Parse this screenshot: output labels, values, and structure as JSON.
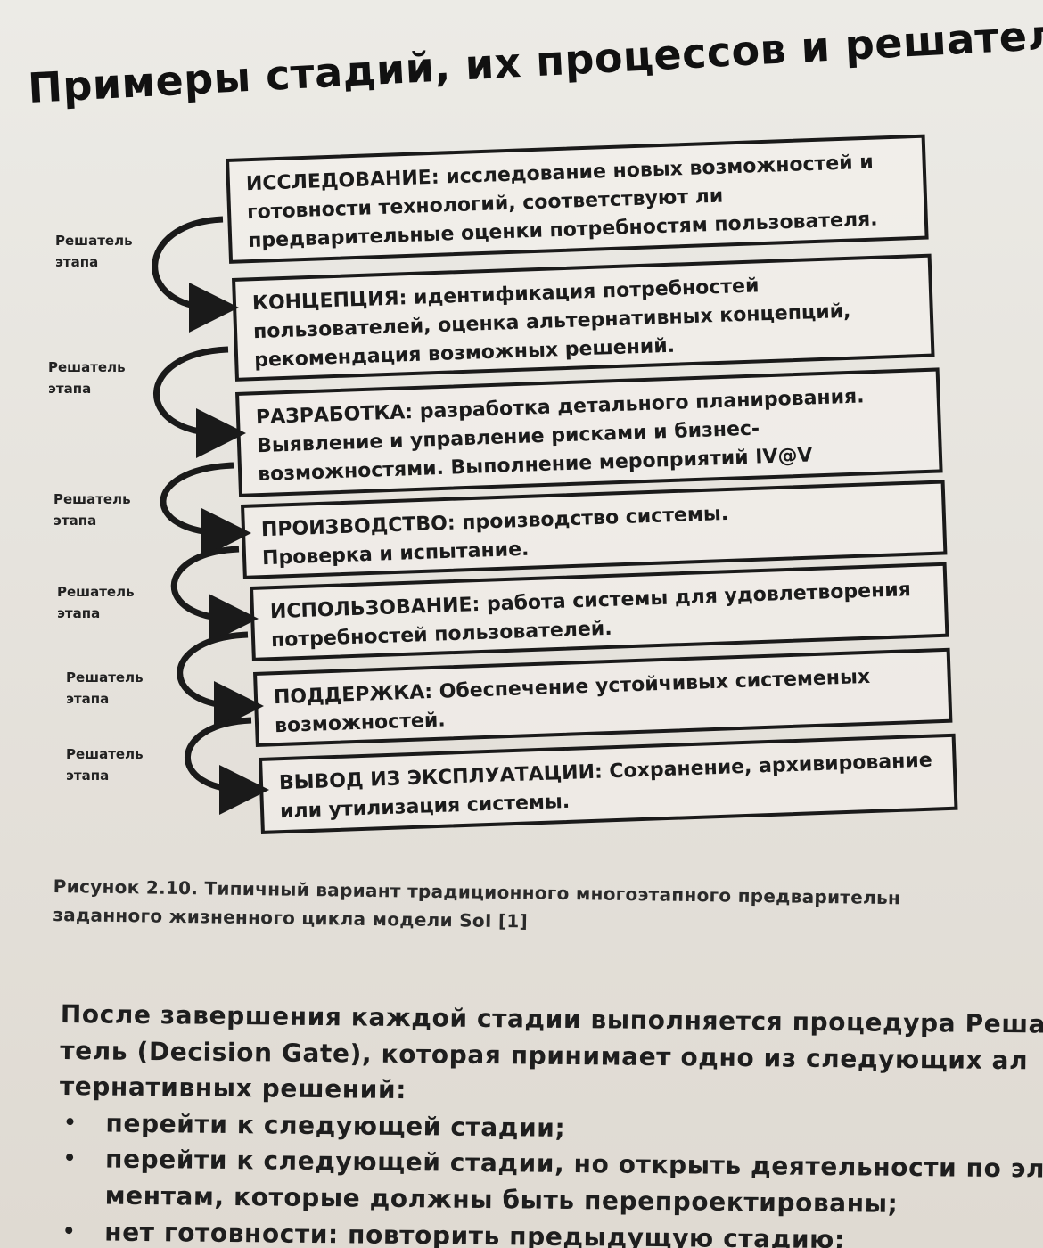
{
  "page_title": "Примеры стадий, их процессов и решателей",
  "gate_label": [
    "Решатель",
    "этапа"
  ],
  "stages": [
    {
      "name": "ИССЛЕДОВАНИЕ:",
      "lines": [
        "ИССЛЕДОВАНИЕ: исследование новых возможностей и",
        "готовности технологий, соответствуют ли",
        "предварительные оценки потребностям пользователя."
      ]
    },
    {
      "name": "КОНЦЕПЦИЯ:",
      "lines": [
        "КОНЦЕПЦИЯ: идентификация потребностей",
        "пользователей, оценка альтернативных концепций,",
        "рекомендация возможных решений."
      ]
    },
    {
      "name": "РАЗРАБОТКА:",
      "lines": [
        "РАЗРАБОТКА: разработка детального планирования.",
        "Выявление и управление рисками и бизнес-",
        "возможностями. Выполнение мероприятий IV@V"
      ]
    },
    {
      "name": "ПРОИЗВОДСТВО:",
      "lines": [
        "ПРОИЗВОДСТВО: производство системы.",
        "Проверка и испытание."
      ]
    },
    {
      "name": "ИСПОЛЬЗОВАНИЕ:",
      "lines": [
        "ИСПОЛЬЗОВАНИЕ: работа системы для удовлетворения",
        "потребностей пользователей."
      ]
    },
    {
      "name": "ПОДДЕРЖКА:",
      "lines": [
        "ПОДДЕРЖКА: Обеспечение устойчивых системеных",
        "возможностей."
      ]
    },
    {
      "name": "ВЫВОД ИЗ ЭКСПЛУАТАЦИИ:",
      "lines": [
        "ВЫВОД ИЗ ЭКСПЛУАТАЦИИ: Сохранение, архивирование",
        "или утилизация системы."
      ]
    }
  ],
  "caption": {
    "line1": "Рисунок 2.10. Типичный вариант традиционного многоэтапного предварительн",
    "line2": "заданного жизненного цикла модели SoI [1]"
  },
  "body": {
    "paragraph_lines": [
      "После завершения каждой стадии выполняется процедура Реша",
      "тель (Decision Gate), которая принимает одно из следующих ал",
      "тернативных решений:"
    ],
    "bullets": [
      [
        "перейти к следующей стадии;"
      ],
      [
        "перейти к следующей стадии, но открыть деятельности по эл",
        "ментам, которые должны быть перепроектированы;"
      ],
      [
        "нет готовности: повторить предыдущую стадию;"
      ]
    ]
  }
}
